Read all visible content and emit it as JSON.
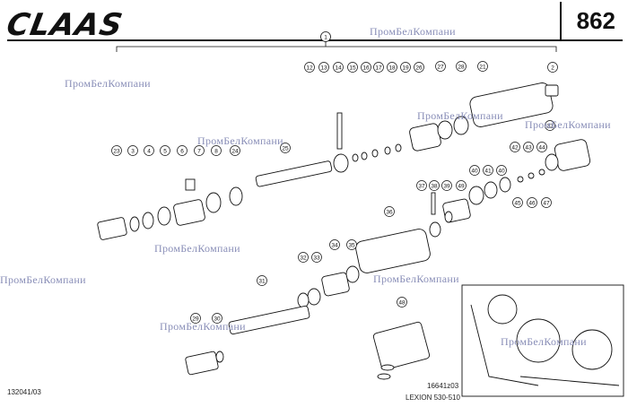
{
  "header": {
    "brand": "CLAAS",
    "page_number": "862"
  },
  "watermark": "ПромБелКомпани",
  "assembly_callout": "1",
  "callouts": [
    "2",
    "3",
    "4",
    "5",
    "6",
    "7",
    "8",
    "12",
    "13",
    "14",
    "15",
    "16",
    "17",
    "18",
    "19",
    "21",
    "22",
    "23",
    "24",
    "25",
    "26",
    "27",
    "28",
    "29",
    "30",
    "31",
    "32",
    "33",
    "34",
    "35",
    "36",
    "37",
    "38",
    "39",
    "40",
    "40",
    "41",
    "42",
    "43",
    "44",
    "45",
    "46",
    "47",
    "48",
    "49"
  ],
  "inset_ref": "16641z03",
  "model": "LEXION 530-510",
  "doc_code": "132041/03",
  "colors": {
    "ink": "#111111",
    "watermark": "#8a8fb8",
    "stamp": "#c53a3a"
  }
}
